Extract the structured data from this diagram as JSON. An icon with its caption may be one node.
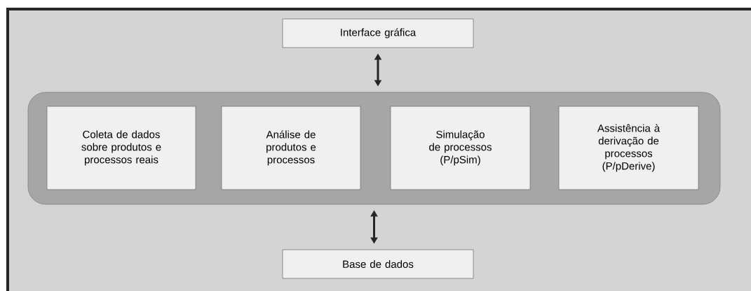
{
  "diagram": {
    "nodes": [
      {
        "text": [
          "Interface gráfica"
        ]
      },
      {
        "text": [],
        "shape": "box"
      },
      {
        "text": [
          "Coleta de dados sobre produtos e processos reais"
        ],
        "in": 1
      },
      {
        "text": [
          "Análise de produtos e processos"
        ],
        "in": 1
      },
      {
        "text": [
          "Simulação de processos (P/pSim)"
        ],
        "in": 1
      },
      {
        "text": [
          "Assistência à derivação de processos (P/pDerive)"
        ],
        "in": 1
      },
      {
        "text": [
          "Base de dados"
        ]
      }
    ],
    "edges": [
      {
        "from": 0,
        "to": 1,
        "arrow": "both"
      },
      {
        "from": 1,
        "to": 6,
        "arrow": "both"
      }
    ]
  }
}
